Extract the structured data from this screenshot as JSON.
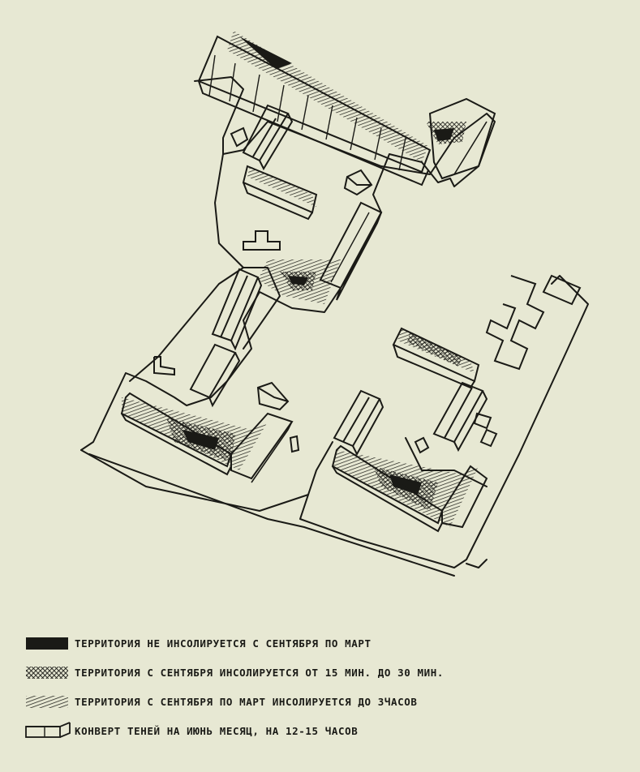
{
  "legend": {
    "items": [
      {
        "id": "solid",
        "text": "территория не инсолируется с сентября по март"
      },
      {
        "id": "crosshatch",
        "text": "территория с сентября инсолируется от 15 мин. до 30 мин."
      },
      {
        "id": "hatch",
        "text": "территория с сентября по март инсолируется до 3часов"
      },
      {
        "id": "envelope",
        "text": "конверт теней на июнь месяц, на 12-15 часов"
      }
    ]
  },
  "colors": {
    "paper": "#e7e8d3",
    "ink": "#1a1a16"
  }
}
